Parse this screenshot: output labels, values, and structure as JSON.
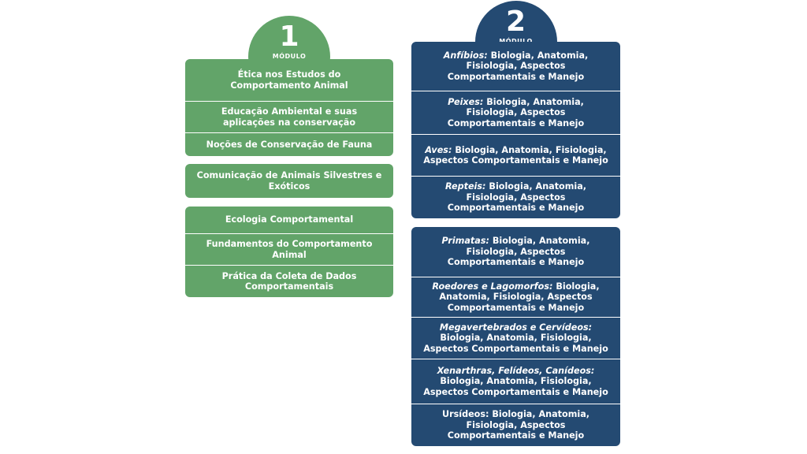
{
  "modules": [
    {
      "number": "1",
      "label": "MÓDULO",
      "color": "#62a469",
      "groups": [
        {
          "items": [
            {
              "em": "",
              "text": "Ética nos Estudos do Comportamento Animal"
            },
            {
              "em": "",
              "text": "Educação Ambiental e suas aplicações na conservação"
            },
            {
              "em": "",
              "text": "Noções de Conservação de Fauna"
            }
          ]
        },
        {
          "items": [
            {
              "em": "",
              "text": "Comunicação de Animais Silvestres e Exóticos"
            }
          ]
        },
        {
          "items": [
            {
              "em": "",
              "text": "Ecologia Comportamental"
            },
            {
              "em": "",
              "text": "Fundamentos do Comportamento Animal"
            },
            {
              "em": "",
              "text": "Prática da Coleta de Dados Comportamentais"
            }
          ]
        }
      ]
    },
    {
      "number": "2",
      "label": "MÓDULO",
      "color": "#244a72",
      "groups": [
        {
          "items": [
            {
              "em": "Anfíbios:",
              "text": " Biologia, Anatomia, Fisiologia, Aspectos Comportamentais e Manejo"
            },
            {
              "em": "Peixes:",
              "text": " Biologia, Anatomia, Fisiologia, Aspectos Comportamentais e Manejo"
            },
            {
              "em": "Aves:",
              "text": " Biologia, Anatomia, Fisiologia, Aspectos Comportamentais e Manejo"
            },
            {
              "em": "Repteis:",
              "text": " Biologia, Anatomia, Fisiologia, Aspectos Comportamentais e Manejo"
            }
          ]
        },
        {
          "items": [
            {
              "em": "Primatas:",
              "text": " Biologia, Anatomia, Fisiologia, Aspectos Comportamentais e Manejo"
            },
            {
              "em": "Roedores e Lagomorfos:",
              "text": " Biologia, Anatomia, Fisiologia, Aspectos Comportamentais e Manejo"
            },
            {
              "em": "Megavertebrados e Cervídeos:",
              "text": " Biologia, Anatomia, Fisiologia, Aspectos Comportamentais e Manejo"
            },
            {
              "em": "Xenarthras, Felídeos, Canídeos:",
              "text": " Biologia, Anatomia, Fisiologia, Aspectos Comportamentais e Manejo"
            },
            {
              "em": "",
              "text": "Ursídeos: Biologia, Anatomia, Fisiologia, Aspectos Comportamentais e Manejo"
            }
          ]
        }
      ]
    }
  ]
}
